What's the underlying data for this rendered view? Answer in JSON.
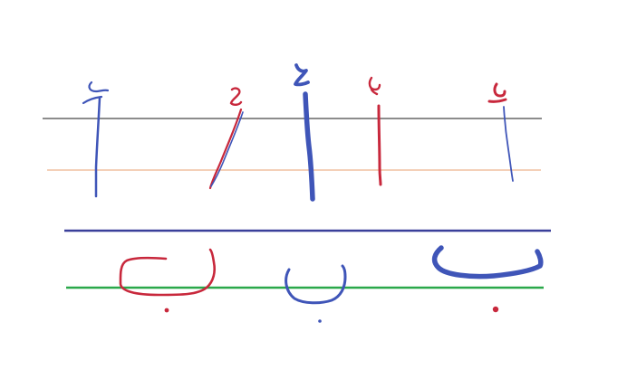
{
  "colors": {
    "background": "#ffffff",
    "black_line": "#1a1a1a",
    "orange_line": "#e8a070",
    "navy_line": "#3a3f9a",
    "green_line": "#2aa84a",
    "blue_ink": "#3f55b8",
    "red_ink": "#c8283c"
  },
  "glyphs": {
    "top_row": [
      {
        "name": "alif-hamza-stroke-1",
        "ink": "blue"
      },
      {
        "name": "alif-hamza-stroke-2",
        "ink": "red"
      },
      {
        "name": "alif-hamza-stroke-3",
        "ink": "blue"
      },
      {
        "name": "alif-hamza-stroke-4",
        "ink": "red"
      },
      {
        "name": "alif-hamza-stroke-5",
        "ink": "blue"
      }
    ],
    "bottom_row": [
      {
        "name": "baa-stroke-red",
        "ink": "red"
      },
      {
        "name": "baa-stroke-blue-small",
        "ink": "blue"
      },
      {
        "name": "baa-stroke-blue-bold",
        "ink": "blue"
      }
    ]
  }
}
